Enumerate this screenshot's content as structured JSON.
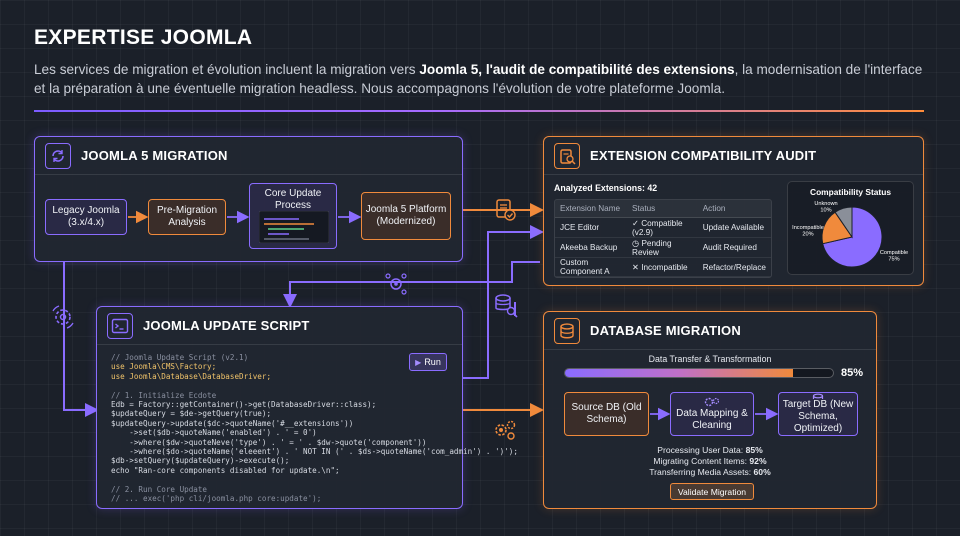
{
  "header": {
    "title": "EXPERTISE JOOMLA",
    "intro_1": "Les services de migration et évolution incluent la migration vers ",
    "intro_bold": "Joomla 5, l'audit de compatibilité des extensions",
    "intro_2": ", la modernisation de l'interface et la préparation à une éventuelle migration headless. Nous accompagnons l'évolution de votre plateforme Joomla."
  },
  "migration_panel": {
    "title": "JOOMLA 5 MIGRATION",
    "steps": [
      "Legacy Joomla (3.x/4.x)",
      "Pre-Migration Analysis",
      "Core Update Process",
      "Joomla 5 Platform (Modernized)"
    ]
  },
  "audit_panel": {
    "title": "EXTENSION COMPATIBILITY AUDIT",
    "analyzed_label": "Analyzed Extensions: 42",
    "columns": [
      "Extension Name",
      "Status",
      "Action"
    ],
    "rows": [
      {
        "name": "JCE Editor",
        "status": "Compatible (v2.9)",
        "action": "Update Available"
      },
      {
        "name": "Akeeba Backup",
        "status": "Pending Review",
        "action": "Audit Required"
      },
      {
        "name": "Custom Component A",
        "status": "Incompatible",
        "action": "Refactor/Replace"
      }
    ],
    "status_icons": [
      "check-icon",
      "clock-icon",
      "cross-icon"
    ]
  },
  "chart_data": {
    "type": "pie",
    "title": "Compatibility Status",
    "slices": [
      {
        "label": "Compatible",
        "value": 75,
        "display": "Compatible\n75%",
        "color": "#8a6cff"
      },
      {
        "label": "Incompatible",
        "value": 20,
        "display": "Incompatible\n20%",
        "color": "#f08a3c"
      },
      {
        "label": "Unknown",
        "value": 10,
        "display": "Unknown\n10%",
        "color": "#8a8f99"
      }
    ]
  },
  "script_panel": {
    "title": "JOOMLA UPDATE SCRIPT",
    "run_label": "Run",
    "code_lines": [
      {
        "t": "// Joomla Update Script (v2.1)",
        "c": "cm"
      },
      {
        "t": "use Joomla\\CMS\\Factory;",
        "c": "kw"
      },
      {
        "t": "use Joomla\\Database\\DatabaseDriver;",
        "c": "kw"
      },
      {
        "t": "",
        "c": ""
      },
      {
        "t": "// 1. Initialize Ecdote",
        "c": "cm"
      },
      {
        "t": "Edb = Factory::getContainer()->get(DatabaseDriver::class);",
        "c": ""
      },
      {
        "t": "$updateQuery = $de->getQuery(true);",
        "c": ""
      },
      {
        "t": "$updateQuery->update($dc->quoteName('#__extensions'))",
        "c": ""
      },
      {
        "t": "    ->set($db->quoteName('enabled') . ' = 0')",
        "c": ""
      },
      {
        "t": "    ->where($dw->quoteNeve('type') . ' = ' . $dw->quote('component'))",
        "c": ""
      },
      {
        "t": "    ->where($do->quoteName('eleeent') . ' NOT IN (' . $ds->quoteName('com_admin') . ')');",
        "c": ""
      },
      {
        "t": "$db->setQuery($updateQuery)->execute();",
        "c": ""
      },
      {
        "t": "echo \"Ran-core components disabled for update.\\n\";",
        "c": ""
      },
      {
        "t": "",
        "c": ""
      },
      {
        "t": "// 2. Run Core Update",
        "c": "cm"
      },
      {
        "t": "// ... exec('php cli/joomla.php core:update');",
        "c": "cm"
      }
    ]
  },
  "db_panel": {
    "title": "DATABASE MIGRATION",
    "transfer_label": "Data Transfer & Transformation",
    "progress": 85,
    "progress_label": "85%",
    "source": "Source DB (Old Schema)",
    "mapping": "Data Mapping & Cleaning",
    "target": "Target DB (New Schema, Optimized)",
    "stats": [
      {
        "label": "Processing User Data: ",
        "value": "85%"
      },
      {
        "label": "Migrating Content Items: ",
        "value": "92%"
      },
      {
        "label": "Transferring Media Assets: ",
        "value": "60%"
      }
    ],
    "button": "Validate Migration"
  },
  "colors": {
    "purple": "#8a6cff",
    "orange": "#f08a3c",
    "background": "#1b2029"
  }
}
